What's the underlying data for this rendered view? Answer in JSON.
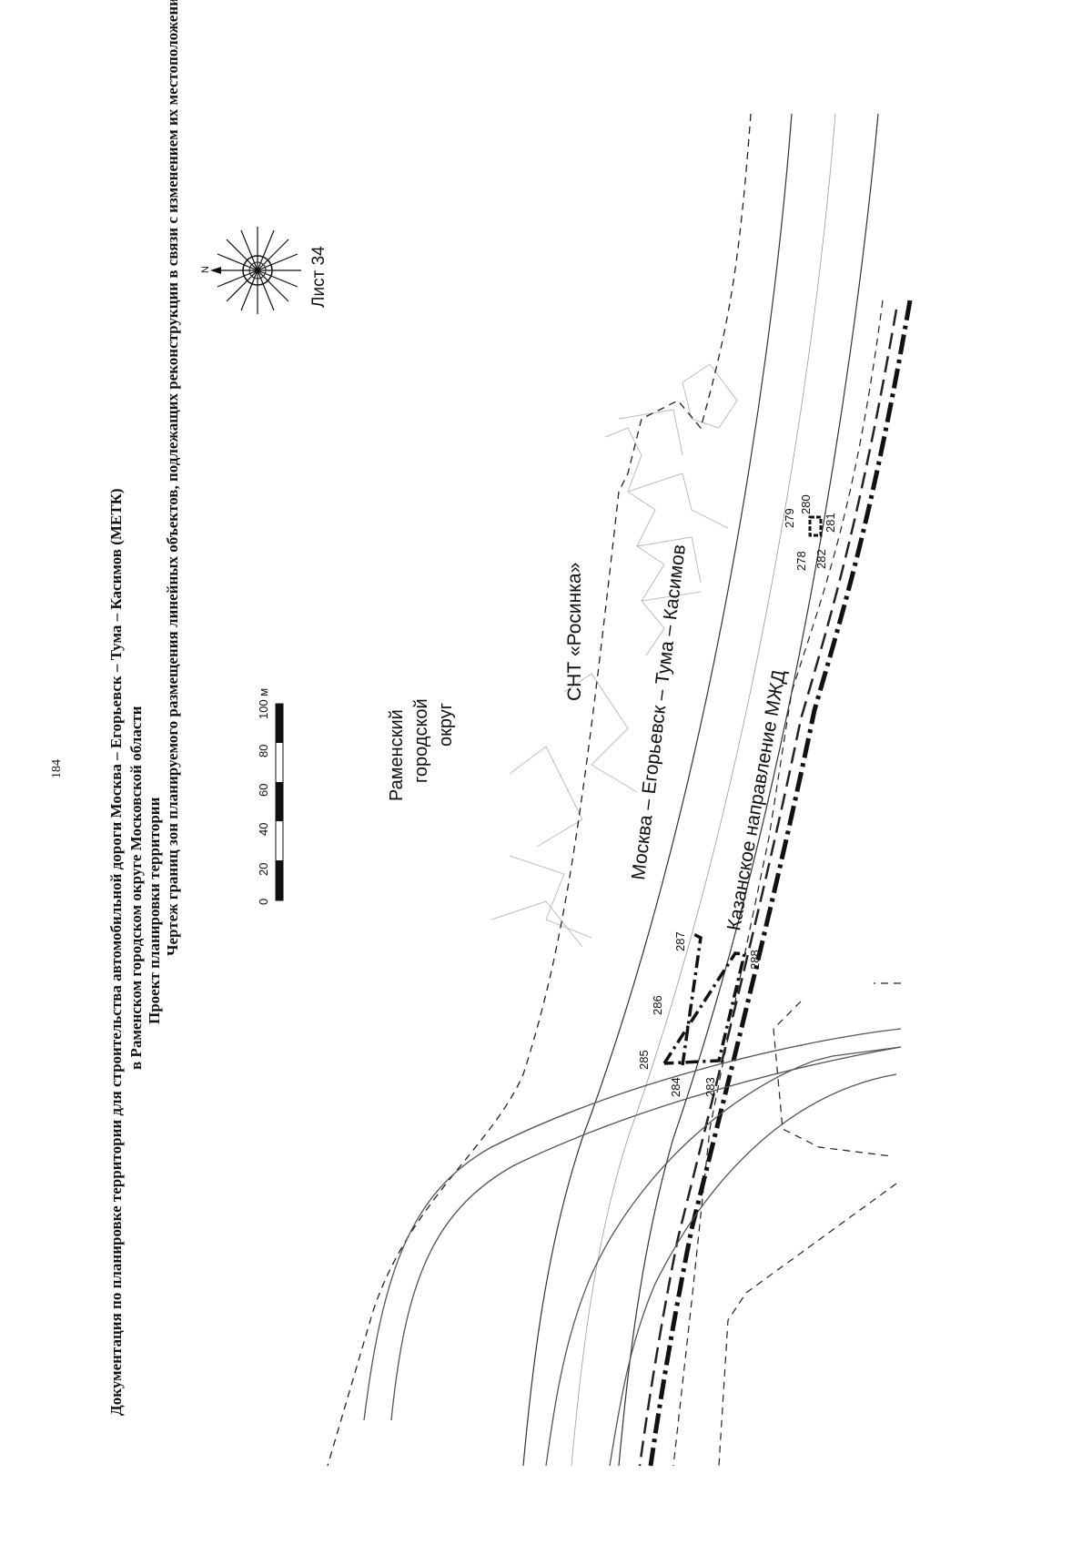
{
  "page_number": "184",
  "header": {
    "line1": "Документация по планировке территории для строительства автомобильной дороги Москва – Егорьевск – Тума – Касимов (МЕТК)",
    "line2": "в Раменском городском округе Московской области",
    "line3": "Проект планировки территории",
    "line4": "Чертеж границ зон планируемого размещения линейных объектов, подлежащих реконструкции в связи с изменением их местоположения"
  },
  "sheet_label": "Лист 34",
  "compass": {
    "north_label": "N",
    "icon": "compass-rose-icon"
  },
  "scale_bar": {
    "ticks": [
      "0",
      "20",
      "40",
      "60",
      "80",
      "100 м"
    ]
  },
  "map_labels": {
    "district": [
      "Раменский",
      "городской",
      "округ"
    ],
    "snt": "СНТ «Росинка»",
    "highway": "Москва – Егорьевск – Тума – Касимов",
    "railway": "Казанское направление МЖД"
  },
  "points": {
    "p278": "278",
    "p279": "279",
    "p280": "280",
    "p281": "281",
    "p282": "282",
    "p283": "283",
    "p284": "284",
    "p285": "285",
    "p286": "286",
    "p287": "287",
    "p288": "288"
  },
  "colors": {
    "ink": "#111111",
    "faint": "#b8b8b8",
    "road": "#444444"
  }
}
